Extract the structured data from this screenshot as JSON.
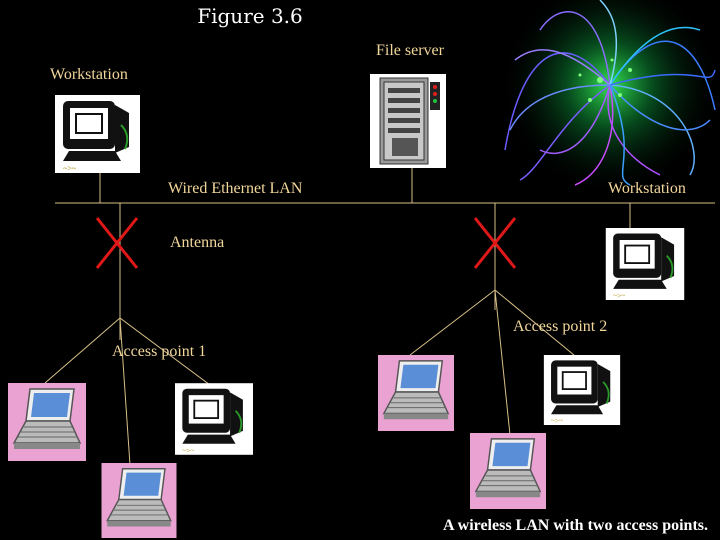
{
  "title": "Figure 3.6",
  "labels": {
    "file_server": "File server",
    "workstation_top": "Workstation",
    "wired_lan": "Wired Ethernet LAN",
    "workstation_right": "Workstation",
    "antenna": "Antenna",
    "access_point_1": "Access point 1",
    "access_point_2": "Access point 2"
  },
  "caption": "A wireless LAN with two access points.",
  "colors": {
    "background": "#000000",
    "label_text": "#f2d79b",
    "lines": "#d8c088",
    "antenna": "#e01818",
    "laptop_frame": "#e9a2d2",
    "monitor_frame": "#ffffff"
  },
  "icons": [
    "fireworks-decoration",
    "file-server-icon",
    "workstation-icon",
    "laptop-icon",
    "antenna-icon"
  ]
}
